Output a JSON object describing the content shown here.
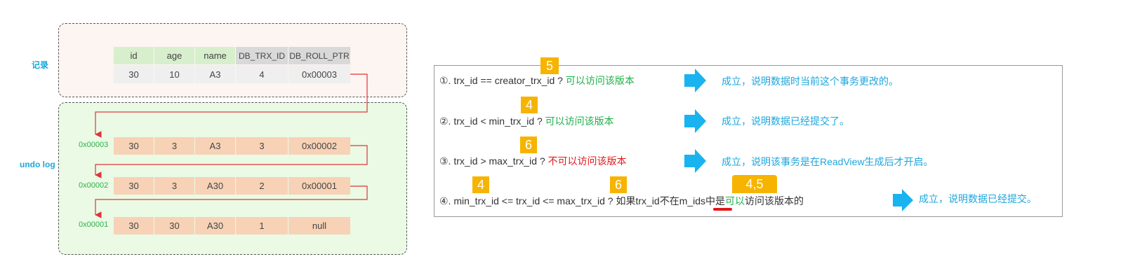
{
  "labels": {
    "record": "记录",
    "undo": "undo log"
  },
  "record_table": {
    "headers": [
      "id",
      "age",
      "name",
      "DB_TRX_ID",
      "DB_ROLL_PTR"
    ],
    "row": [
      "30",
      "10",
      "A3",
      "4",
      "0x00003"
    ]
  },
  "undo_rows": [
    {
      "addr": "0x00003",
      "cells": [
        "30",
        "3",
        "A3",
        "3",
        "0x00002"
      ]
    },
    {
      "addr": "0x00002",
      "cells": [
        "30",
        "3",
        "A30",
        "2",
        "0x00001"
      ]
    },
    {
      "addr": "0x00001",
      "cells": [
        "30",
        "30",
        "A30",
        "1",
        "null"
      ]
    }
  ],
  "conditions": [
    {
      "text": "①. trx_id  == creator_trx_id ?",
      "verdict": "可以访问该版本",
      "result": "成立，说明数据时当前这个事务更改的。"
    },
    {
      "text": "②. trx_id < min_trx_id ?",
      "verdict": "可以访问该版本",
      "result": "成立，说明数据已经提交了。"
    },
    {
      "text": "③. trx_id > max_trx_id ?",
      "verdict": "不可以访问该版本",
      "result": "成立，说明该事务是在ReadView生成后才开启。"
    },
    {
      "text_a": "④. min_trx_id <= trx_id <= max_trx_id ?  如果trx_id",
      "text_b": "不在",
      "text_c": "m_ids中是",
      "verdict": "可以",
      "text_d": "访问该版本的",
      "result": "成立，说明数据已经提交。"
    }
  ],
  "badges": [
    "5",
    "4",
    "6",
    "4",
    "6",
    "4,5"
  ],
  "colors": {
    "arrow": "#19b3ef",
    "link": "#e0343a",
    "badge": "#f6b400"
  }
}
